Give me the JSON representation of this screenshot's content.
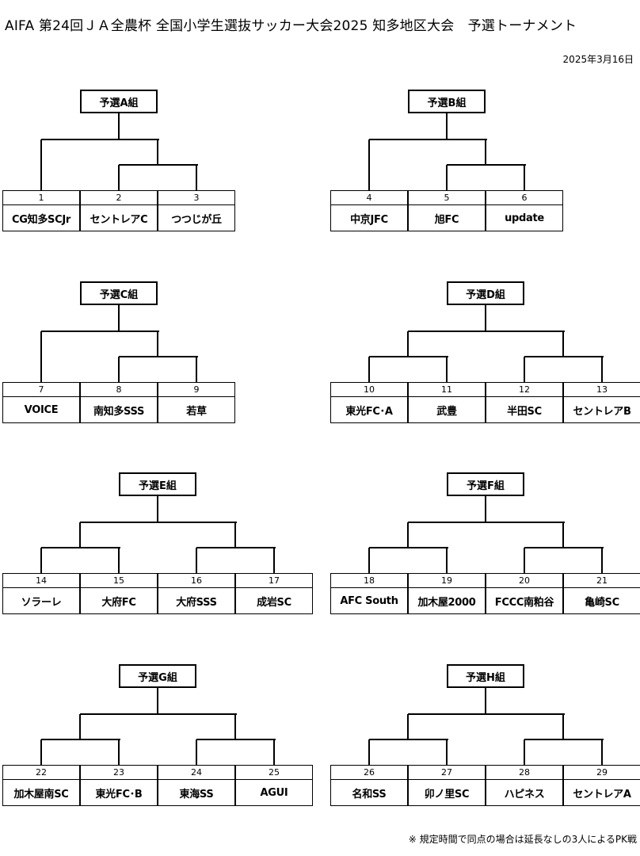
{
  "title": "AIFA 第24回ＪＡ全農杯 全国小学生選抜サッカー大会2025 知多地区大会　予選トーナメント",
  "date": "2025年3月16日",
  "note": "※ 規定時間で同点の場合は延長なしの3人によるPK戦",
  "groups": [
    {
      "name": "予選A組",
      "teams": [
        {
          "num": "1",
          "name": "CG知多SCJr"
        },
        {
          "num": "2",
          "name": "セントレアC"
        },
        {
          "num": "3",
          "name": "つつじが丘"
        }
      ]
    },
    {
      "name": "予選B組",
      "teams": [
        {
          "num": "4",
          "name": "中京JFC"
        },
        {
          "num": "5",
          "name": "旭FC"
        },
        {
          "num": "6",
          "name": "update"
        }
      ]
    },
    {
      "name": "予選C組",
      "teams": [
        {
          "num": "7",
          "name": "VOICE"
        },
        {
          "num": "8",
          "name": "南知多SSS"
        },
        {
          "num": "9",
          "name": "若草"
        }
      ]
    },
    {
      "name": "予選D組",
      "teams": [
        {
          "num": "10",
          "name": "東光FC･A"
        },
        {
          "num": "11",
          "name": "武豊"
        },
        {
          "num": "12",
          "name": "半田SC"
        },
        {
          "num": "13",
          "name": "セントレアB"
        }
      ]
    },
    {
      "name": "予選E組",
      "teams": [
        {
          "num": "14",
          "name": "ソラーレ"
        },
        {
          "num": "15",
          "name": "大府FC"
        },
        {
          "num": "16",
          "name": "大府SSS"
        },
        {
          "num": "17",
          "name": "成岩SC"
        }
      ]
    },
    {
      "name": "予選F組",
      "teams": [
        {
          "num": "18",
          "name": "AFC South"
        },
        {
          "num": "19",
          "name": "加木屋2000"
        },
        {
          "num": "20",
          "name": "FCCC南粕谷"
        },
        {
          "num": "21",
          "name": "亀崎SC"
        }
      ]
    },
    {
      "name": "予選G組",
      "teams": [
        {
          "num": "22",
          "name": "加木屋南SC"
        },
        {
          "num": "23",
          "name": "東光FC･B"
        },
        {
          "num": "24",
          "name": "東海SS"
        },
        {
          "num": "25",
          "name": "AGUI"
        }
      ]
    },
    {
      "name": "予選H組",
      "teams": [
        {
          "num": "26",
          "name": "名和SS"
        },
        {
          "num": "27",
          "name": "卯ノ里SC"
        },
        {
          "num": "28",
          "name": "ハピネス"
        },
        {
          "num": "29",
          "name": "セントレアA"
        }
      ]
    }
  ]
}
